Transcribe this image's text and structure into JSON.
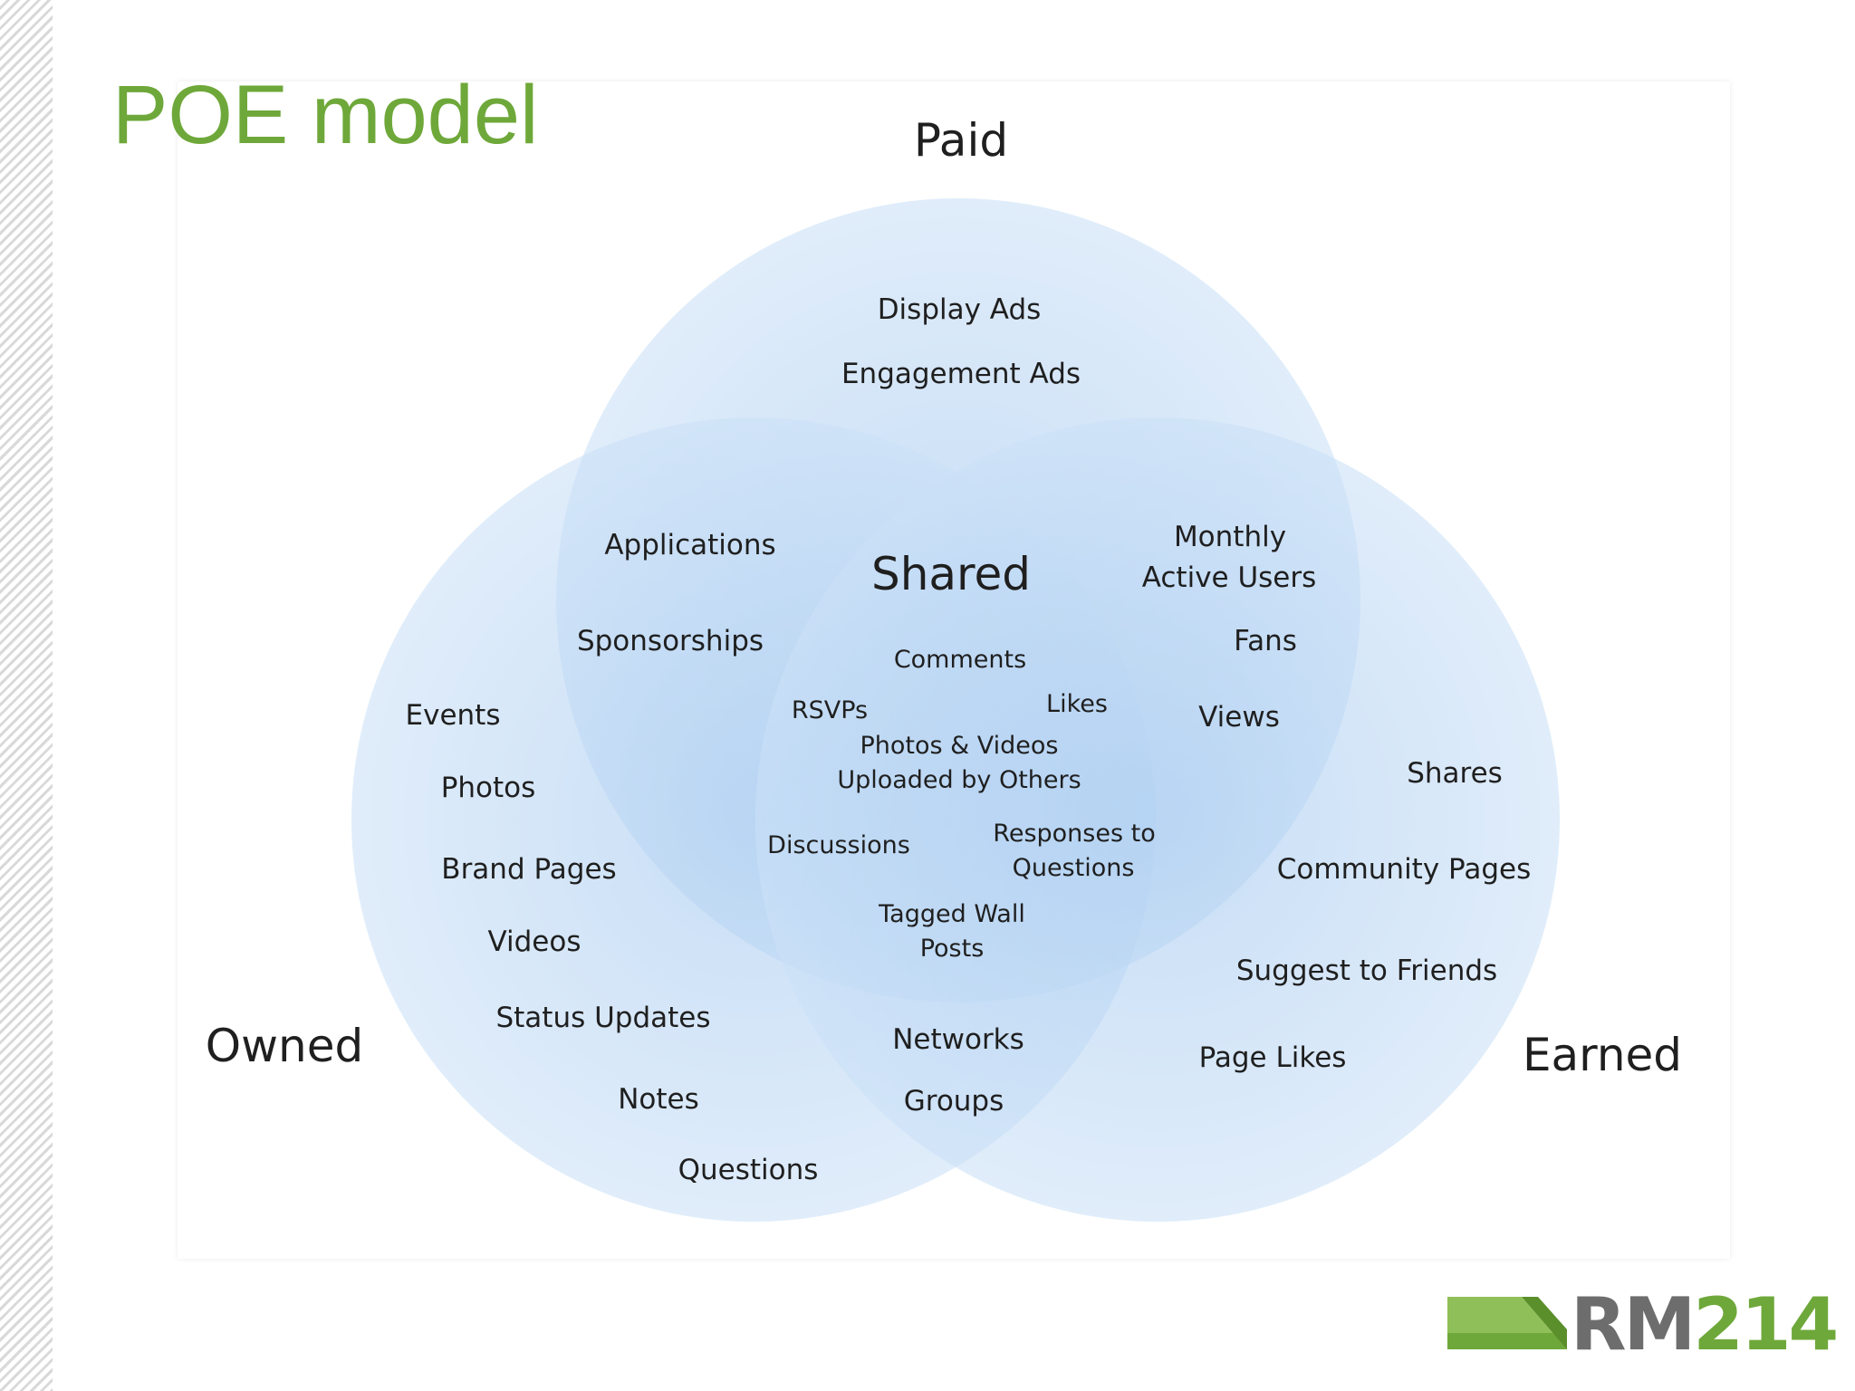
{
  "title": "POE model",
  "sets": {
    "paid": "Paid",
    "owned": "Owned",
    "earned": "Earned",
    "shared": "Shared"
  },
  "paid_only": [
    "Display Ads",
    "Engagement Ads"
  ],
  "paid_owned": [
    "Applications",
    "Sponsorships"
  ],
  "paid_earned": [
    "Monthly",
    "Active Users",
    "Fans",
    "Views"
  ],
  "owned_only": [
    "Events",
    "Photos",
    "Brand Pages",
    "Videos",
    "Status Updates",
    "Notes",
    "Questions"
  ],
  "earned_only": [
    "Shares",
    "Community Pages",
    "Suggest to Friends",
    "Page Likes"
  ],
  "owned_earned": [
    "Networks",
    "Groups"
  ],
  "shared_items": [
    "Comments",
    "RSVPs",
    "Likes",
    "Photos & Videos",
    "Uploaded by Others",
    "Discussions",
    "Responses to",
    "Questions",
    "Tagged Wall",
    "Posts"
  ],
  "logo": {
    "rm": "RM",
    "num": "214"
  },
  "colors": {
    "title": "#6ea83a",
    "circle": "#a9cdf2",
    "logo_green": "#6ea83a",
    "logo_gray": "#6d6d6d"
  }
}
